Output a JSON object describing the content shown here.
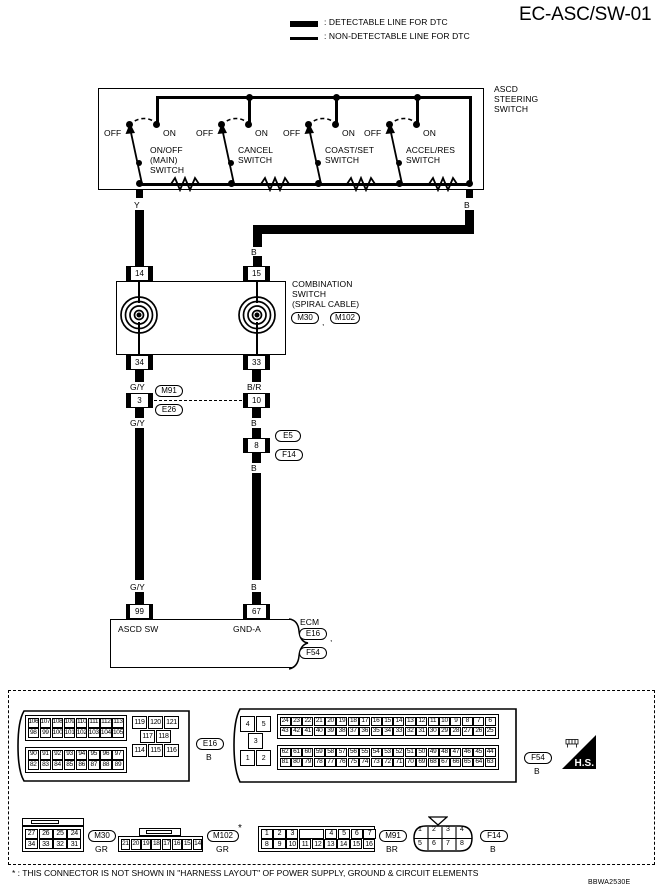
{
  "page": {
    "title": "EC-ASC/SW-01",
    "reference_number": "BBWA2530E",
    "footnote": "* : THIS CONNECTOR IS NOT SHOWN IN \"HARNESS LAYOUT\" OF POWER SUPPLY, GROUND & CIRCUIT ELEMENTS"
  },
  "legend": {
    "detectable": ": DETECTABLE LINE FOR DTC",
    "non_detectable": ": NON-DETECTABLE LINE FOR DTC"
  },
  "ascd_switch": {
    "label_line1": "ASCD",
    "label_line2": "STEERING",
    "label_line3": "SWITCH",
    "switches": [
      {
        "name": "ON/OFF\n(MAIN)\nSWITCH",
        "off": "OFF",
        "on": "ON"
      },
      {
        "name": "CANCEL\nSWITCH",
        "off": "OFF",
        "on": "ON"
      },
      {
        "name": "COAST/SET\nSWITCH",
        "off": "OFF",
        "on": "ON"
      },
      {
        "name": "ACCEL/RES\nSWITCH",
        "off": "OFF",
        "on": "ON"
      }
    ],
    "out_left_wire": "Y",
    "out_right_wire": "B"
  },
  "wires": {
    "b_branch": "B",
    "b_to_pin15": "B",
    "gy_from_34": "G/Y",
    "br_from_33": "B/R",
    "gy_below_3": "G/Y",
    "b_below_10": "B",
    "b_below_8": "B",
    "gy_to_ecm": "G/Y",
    "b_to_ecm": "B"
  },
  "combination_switch": {
    "label_line1": "COMBINATION",
    "label_line2": "SWITCH",
    "label_line3": "(SPIRAL CABLE)",
    "connectors": [
      "M30",
      "M102"
    ],
    "separator": ",",
    "pin_top_left": "14",
    "pin_top_right": "15",
    "pin_bottom_left": "34",
    "pin_bottom_right": "33"
  },
  "inline_connectors": {
    "left_pin": "3",
    "left_code_top": "M91",
    "left_code_bottom": "E26",
    "right_pin": "10",
    "lower_pin": "8",
    "lower_code_top": "E5",
    "lower_code_bottom": "F14"
  },
  "ecm": {
    "title": "ECM",
    "codes": [
      "E16",
      "F54"
    ],
    "separator": ",",
    "pin_left": "99",
    "pin_right": "67",
    "signal_left": "ASCD SW",
    "signal_right": "GND-A"
  },
  "harness": {
    "e16": {
      "code": "E16",
      "color": "B",
      "group_a_top": [
        "106",
        "107",
        "108",
        "109",
        "110",
        "111",
        "112",
        "113"
      ],
      "group_a_bottom": [
        "98",
        "99",
        "100",
        "101",
        "102",
        "103",
        "104",
        "105"
      ],
      "group_b_top": [
        "90",
        "91",
        "92",
        "93",
        "94",
        "95",
        "96",
        "97"
      ],
      "group_b_bottom": [
        "82",
        "83",
        "84",
        "85",
        "86",
        "87",
        "88",
        "89"
      ],
      "side_top": [
        "119",
        "120",
        "121"
      ],
      "side_mid": [
        "117",
        "118"
      ],
      "side_bottom": [
        "114",
        "115",
        "116"
      ]
    },
    "f54": {
      "code": "F54",
      "color": "B",
      "left_top": [
        "4",
        "5"
      ],
      "left_mid": [
        "3"
      ],
      "left_bottom": [
        "1",
        "2"
      ],
      "row1": [
        "24",
        "23",
        "22",
        "21",
        "20",
        "19",
        "18",
        "17",
        "16",
        "15",
        "14",
        "13",
        "12",
        "11",
        "10",
        "9",
        "8",
        "7",
        "6"
      ],
      "row2": [
        "43",
        "42",
        "41",
        "40",
        "39",
        "38",
        "37",
        "36",
        "35",
        "34",
        "33",
        "32",
        "31",
        "30",
        "29",
        "28",
        "27",
        "26",
        "25"
      ],
      "row3": [
        "62",
        "61",
        "60",
        "59",
        "58",
        "57",
        "56",
        "55",
        "54",
        "53",
        "52",
        "51",
        "50",
        "49",
        "48",
        "47",
        "46",
        "45",
        "44"
      ],
      "row4": [
        "81",
        "80",
        "79",
        "78",
        "77",
        "76",
        "75",
        "74",
        "73",
        "72",
        "71",
        "70",
        "69",
        "68",
        "67",
        "66",
        "65",
        "64",
        "63"
      ]
    },
    "hs_label": "H.S.",
    "m30": {
      "code": "M30",
      "color": "GR",
      "top": [
        "27",
        "26",
        "25",
        "24"
      ],
      "bottom": [
        "34",
        "33",
        "32",
        "31"
      ]
    },
    "m102": {
      "code": "M102",
      "color": "GR",
      "asterisk": "*",
      "row": [
        "21",
        "20",
        "19",
        "18",
        "17",
        "16",
        "15",
        "14"
      ]
    },
    "m91": {
      "code": "M91",
      "color": "BR",
      "top": [
        "1",
        "2",
        "3",
        "4",
        "5",
        "6",
        "7"
      ],
      "bottom": [
        "8",
        "9",
        "10",
        "11",
        "12",
        "13",
        "14",
        "15",
        "16"
      ]
    },
    "f14": {
      "code": "F14",
      "color": "B",
      "top": [
        "1",
        "2",
        "3",
        "4"
      ],
      "bottom": [
        "5",
        "6",
        "7",
        "8"
      ]
    }
  }
}
